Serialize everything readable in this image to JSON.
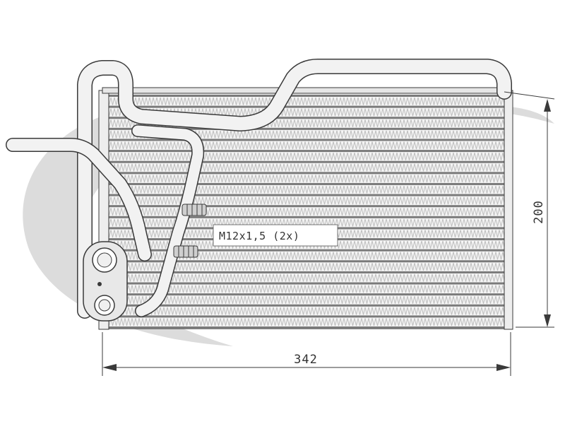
{
  "dimensions": {
    "width_label": "342",
    "height_label": "200"
  },
  "callouts": {
    "thread_spec": "M12x1,5 (2x)"
  },
  "colors": {
    "watermark": "#d9d9d9",
    "line": "#3a3a3a",
    "core_dark": "#7a7a7a",
    "core_light": "#bdbdbd"
  }
}
